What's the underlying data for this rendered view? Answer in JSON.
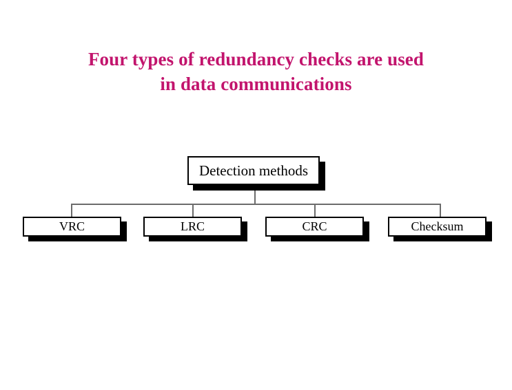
{
  "slide": {
    "background_color": "#ffffff",
    "title": {
      "color": "#c2146d",
      "line1": "Four types of redundancy checks are used",
      "line2": "in data communications"
    }
  },
  "diagram": {
    "type": "tree",
    "orientation": "top-down",
    "node_fill_color": "#ffffff",
    "node_border_color": "#000000",
    "node_shadow_color": "#000000",
    "connector_color": "#6b6b6b",
    "root": {
      "label": "Detection methods"
    },
    "children": [
      {
        "label": "VRC"
      },
      {
        "label": "LRC"
      },
      {
        "label": "CRC"
      },
      {
        "label": "Checksum"
      }
    ]
  }
}
